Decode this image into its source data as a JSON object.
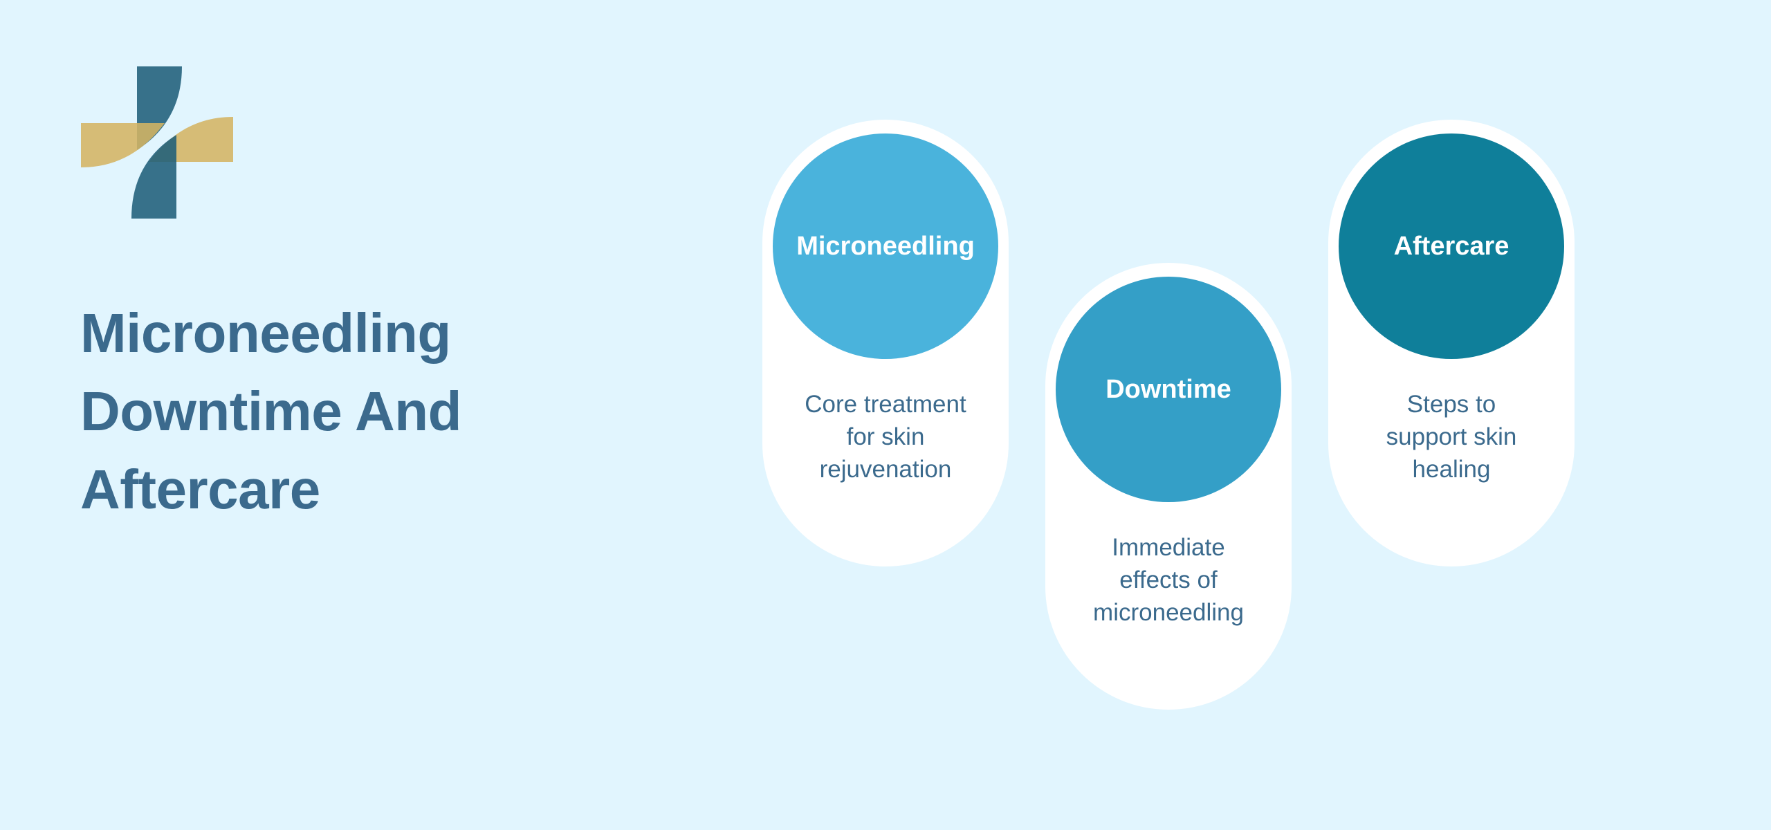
{
  "title": {
    "lines": [
      "Microneedling",
      "Downtime And",
      "Aftercare"
    ]
  },
  "logo": {
    "icon": "medical-cross-icon",
    "colors": {
      "blue": "#346E85",
      "gold": "#D6BA6E"
    }
  },
  "background_color": "#E1F5FE",
  "text_color": "#3B6A8D",
  "steps": [
    {
      "label": "Microneedling",
      "color": "#4AB3DC",
      "description_lines": [
        "Core treatment",
        "for skin",
        "rejuvenation"
      ]
    },
    {
      "label": "Downtime",
      "color": "#349FC7",
      "description_lines": [
        "Immediate",
        "effects of",
        "microneedling"
      ]
    },
    {
      "label": "Aftercare",
      "color": "#0F7F9A",
      "description_lines": [
        "Steps to",
        "support skin",
        "healing"
      ]
    }
  ]
}
